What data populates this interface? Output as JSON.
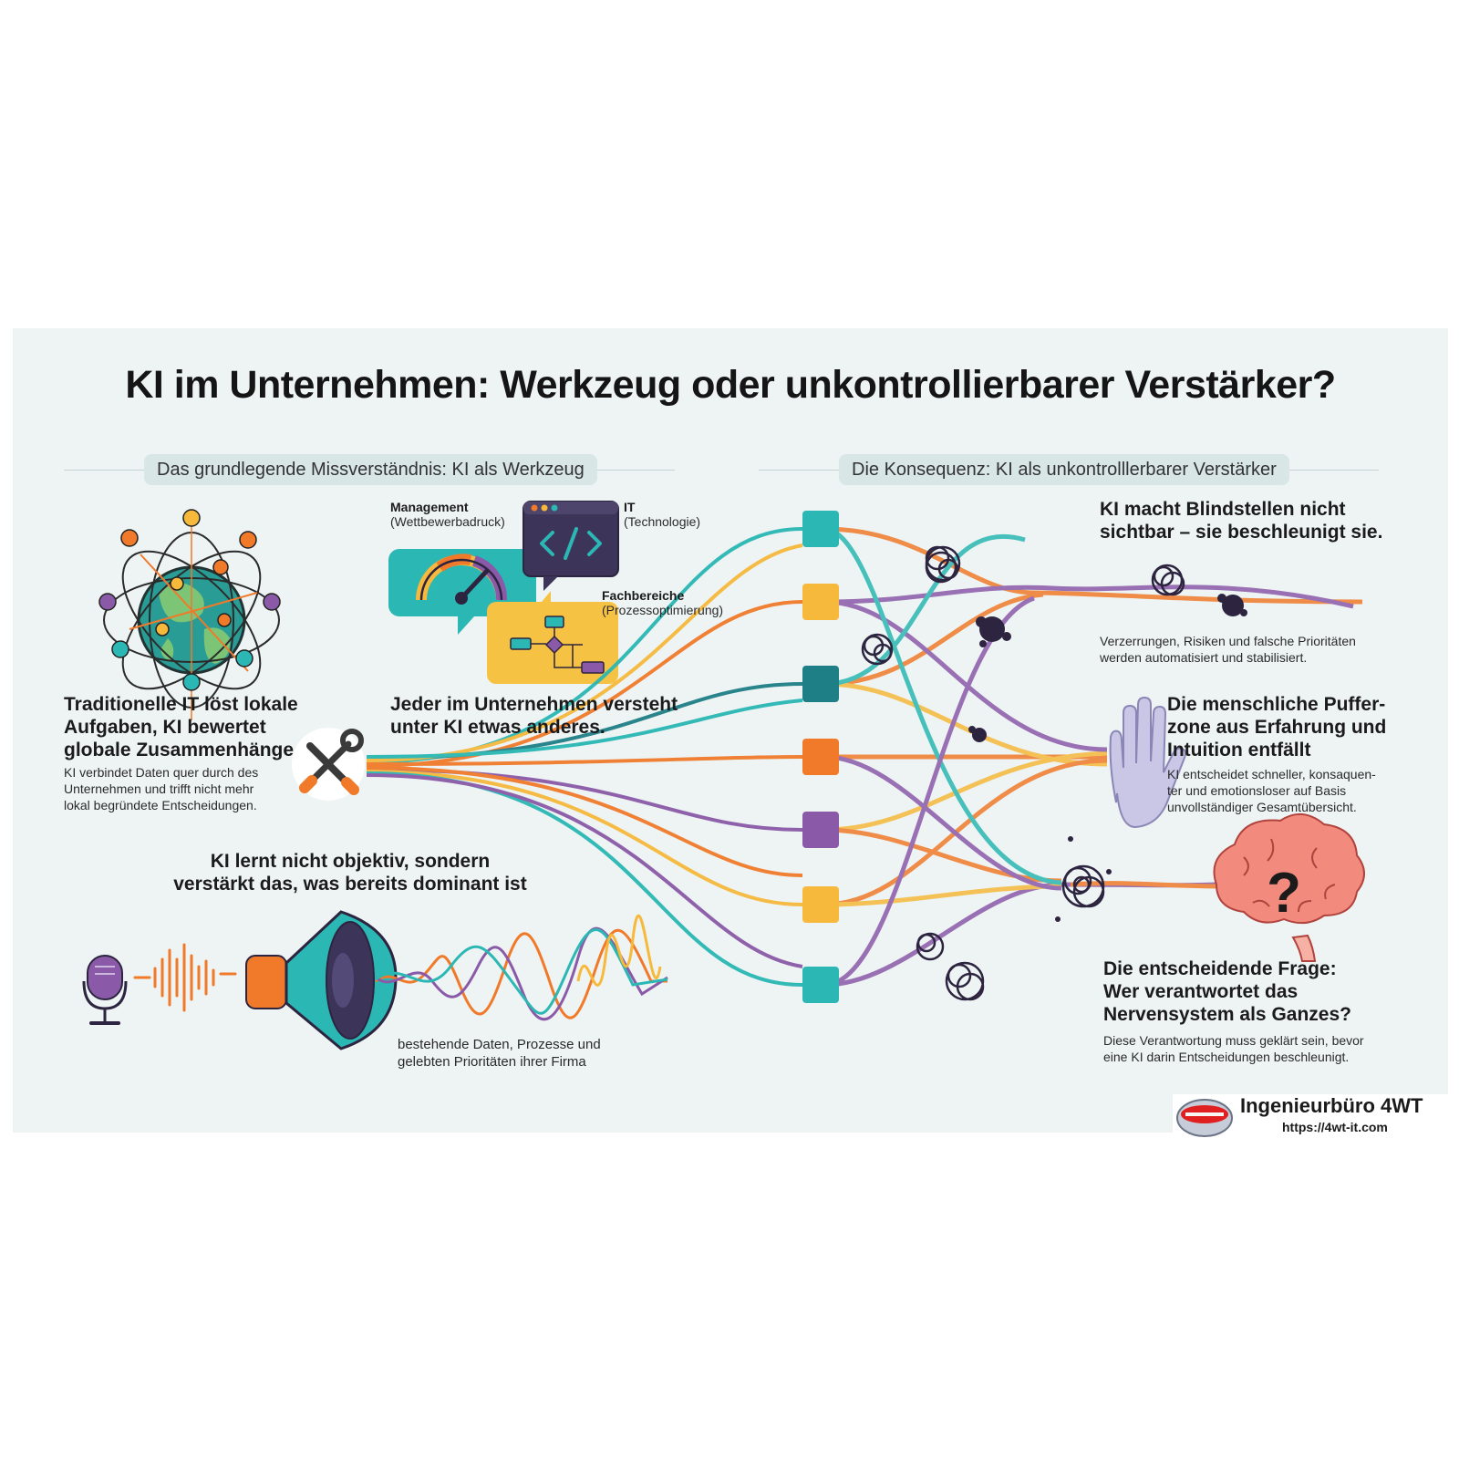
{
  "title": "KI im Unternehmen: Werkzeug oder unkontrollierbarer Verstärker?",
  "left_section": {
    "header": "Das grundlegende Missverständnis: KI als Werkzeug"
  },
  "right_section": {
    "header": "Die Konsequenz: KI als unkontrolllerbarer Verstärker"
  },
  "globe_block": {
    "heading_lines": [
      "Traditionelle IT löst lokale",
      "Aufgaben, KI bewertet",
      "globale Zusammenhänge"
    ],
    "body_lines": [
      "KI verbindet Daten quer durch des",
      "Unternehmen und trifft nicht mehr",
      "lokal begründete Entscheidungen."
    ]
  },
  "perspectives": {
    "management": {
      "label": "Management",
      "sub": "(Wettbewerbadruck)"
    },
    "it": {
      "label": "IT",
      "sub": "(Technologie)"
    },
    "fach": {
      "label": "Fachbereiche",
      "sub": "(Prozessoptimierung)"
    },
    "caption_lines": [
      "Jeder im Unternehmen versteht",
      "unter KI etwas anderes."
    ]
  },
  "amplifier_block": {
    "heading_lines": [
      "KI lernt nicht objektiv, sondern",
      "verstärkt das, was bereits dominant ist"
    ],
    "caption_lines": [
      "bestehende Daten, Prozesse und",
      "gelebten Prioritäten ihrer Firma"
    ]
  },
  "blind_spots": {
    "heading_lines": [
      "KI macht Blindstellen nicht",
      "sichtbar – sie beschleunigt sie."
    ],
    "body_lines": [
      "Verzerrungen, Risiken und falsche Prioritäten",
      "werden automatisiert und stabilisiert."
    ]
  },
  "buffer_zone": {
    "heading_lines": [
      "Die menschliche Puffer-",
      "zone aus Erfahrung und",
      "Intuition entfällt"
    ],
    "body_lines": [
      "KI entscheidet schneller, konsaquen-",
      "ter und emotionsloser auf Basis",
      "unvollständiger Gesamtübersicht."
    ]
  },
  "question": {
    "heading_lines": [
      "Die entscheidende Frage:",
      "Wer verantwortet das",
      "Nervensystem als Ganzes?"
    ],
    "body_lines": [
      "Diese Verantwortung muss geklärt sein, bevor",
      "eine KI darin Entscheidungen beschleunigt."
    ]
  },
  "brand": {
    "name": "Ingenieurbüro 4WT",
    "url": "https://4wt-it.com"
  },
  "icons": [
    "globe-network-icon",
    "gauge-icon",
    "code-window-icon",
    "flowchart-icon",
    "tools-icon",
    "microphone-icon",
    "speaker-icon",
    "hand-icon",
    "brain-question-icon"
  ],
  "colors": {
    "teal": "#2bb7b3",
    "orange": "#f07a2a",
    "purple": "#8a5aa8",
    "yellow": "#f6b93b",
    "dark_teal": "#1f7f86",
    "dark": "#2d2440"
  }
}
